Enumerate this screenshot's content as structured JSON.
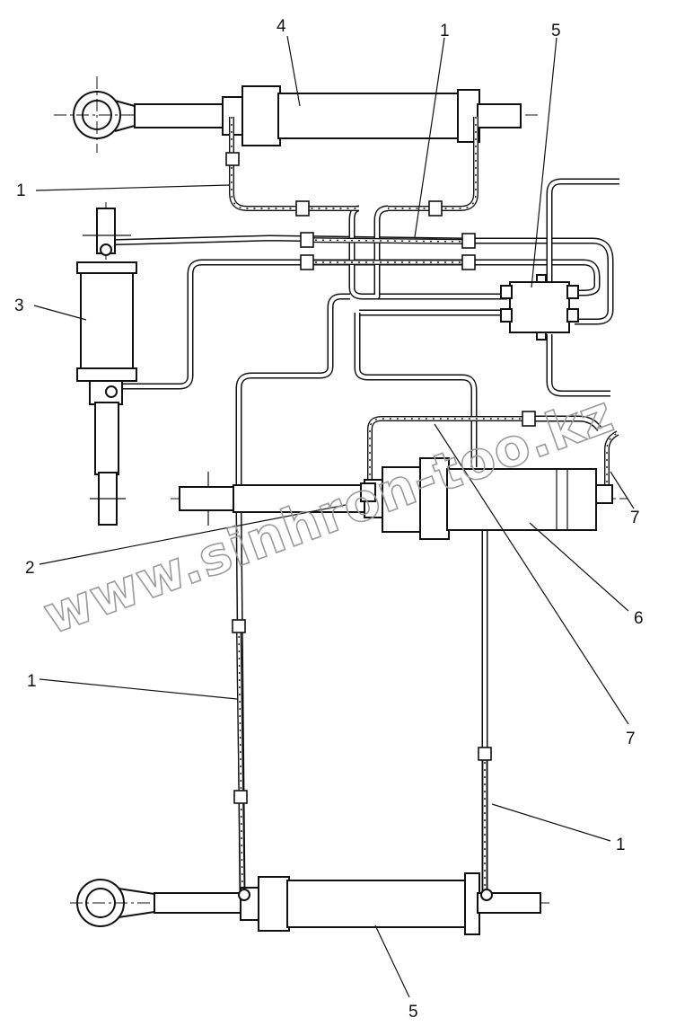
{
  "callouts": {
    "c4_top": "4",
    "c1_top": "1",
    "c5_top": "5",
    "c1_left": "1",
    "c3": "3",
    "c7_right": "7",
    "c2": "2",
    "c6": "6",
    "c1_mid_left": "1",
    "c7_mid": "7",
    "c1_bottom_right": "1",
    "c5_bottom": "5"
  },
  "watermark": "www.sinhron-too.kz"
}
